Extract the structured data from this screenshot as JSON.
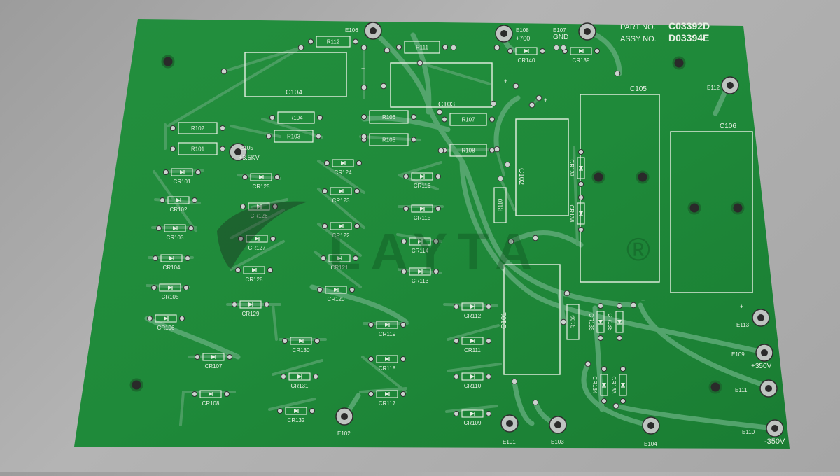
{
  "board": {
    "part_label": "PART NO.",
    "part_no": "C03392D",
    "assy_label": "ASSY NO.",
    "assy_no": "D03394E",
    "watermark": "LAYTA",
    "watermark_mark": "®"
  },
  "colors": {
    "background": "#a8a8a8",
    "pcb": "#1f8a3a",
    "trace": "#5aa873",
    "silkscreen": "#e8f0e4",
    "pad": "#cfd3d0"
  },
  "terminals": [
    {
      "label": "E106",
      "value": ""
    },
    {
      "label": "E108",
      "value": "+700"
    },
    {
      "label": "E107",
      "value": "GND"
    },
    {
      "label": "E105",
      "value": "+3.5KV"
    },
    {
      "label": "E112",
      "value": ""
    },
    {
      "label": "E113",
      "value": ""
    },
    {
      "label": "E109",
      "value": "+350V"
    },
    {
      "label": "E111",
      "value": ""
    },
    {
      "label": "E110",
      "value": "-350V"
    },
    {
      "label": "E102",
      "value": ""
    },
    {
      "label": "E101",
      "value": ""
    },
    {
      "label": "E103",
      "value": ""
    },
    {
      "label": "E104",
      "value": ""
    }
  ],
  "capacitors": [
    "C104",
    "C103",
    "C102",
    "C105",
    "C106",
    "C101"
  ],
  "resistors": [
    "R112",
    "R111",
    "R102",
    "R104",
    "R103",
    "R101",
    "R106",
    "R107",
    "R105",
    "R108",
    "R110",
    "R109"
  ],
  "diodes": [
    "CR140",
    "CR139",
    "CR101",
    "CR102",
    "CR103",
    "CR104",
    "CR105",
    "CR106",
    "CR107",
    "CR108",
    "CR124",
    "CR125",
    "CR126",
    "CR127",
    "CR128",
    "CR129",
    "CR123",
    "CR122",
    "CR121",
    "CR120",
    "CR116",
    "CR115",
    "CR114",
    "CR113",
    "CR112",
    "CR111",
    "CR110",
    "CR109",
    "CR119",
    "CR118",
    "CR117",
    "CR130",
    "CR131",
    "CR132",
    "CR137",
    "CR138",
    "CR135",
    "CR136",
    "CR134",
    "CR133"
  ]
}
